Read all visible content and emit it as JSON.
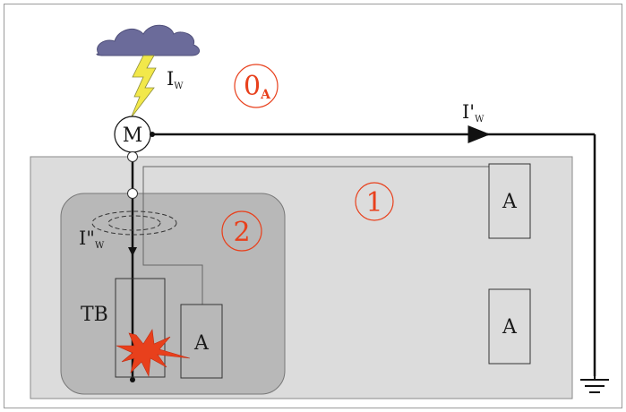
{
  "labels": {
    "motor": "M",
    "lightning_current_main": "I",
    "lightning_current_main_sub": "W",
    "lightning_current_line": "I'",
    "lightning_current_line_sub": "W",
    "lightning_current_inner": "I\"",
    "lightning_current_inner_sub": "W",
    "terminal_block": "TB",
    "apparatus_a1": "A",
    "apparatus_a2": "A",
    "apparatus_a3": "A"
  },
  "zones": {
    "zone_0a_main": "0",
    "zone_0a_sub": "A",
    "zone_1": "1",
    "zone_2": "2"
  },
  "colors": {
    "zone_accent": "#e8401c",
    "zone1_fill": "#dcdcdc",
    "zone2_fill": "#b8b8b8",
    "cloud": "#6b6b9a",
    "lightning": "#f2e84a"
  }
}
